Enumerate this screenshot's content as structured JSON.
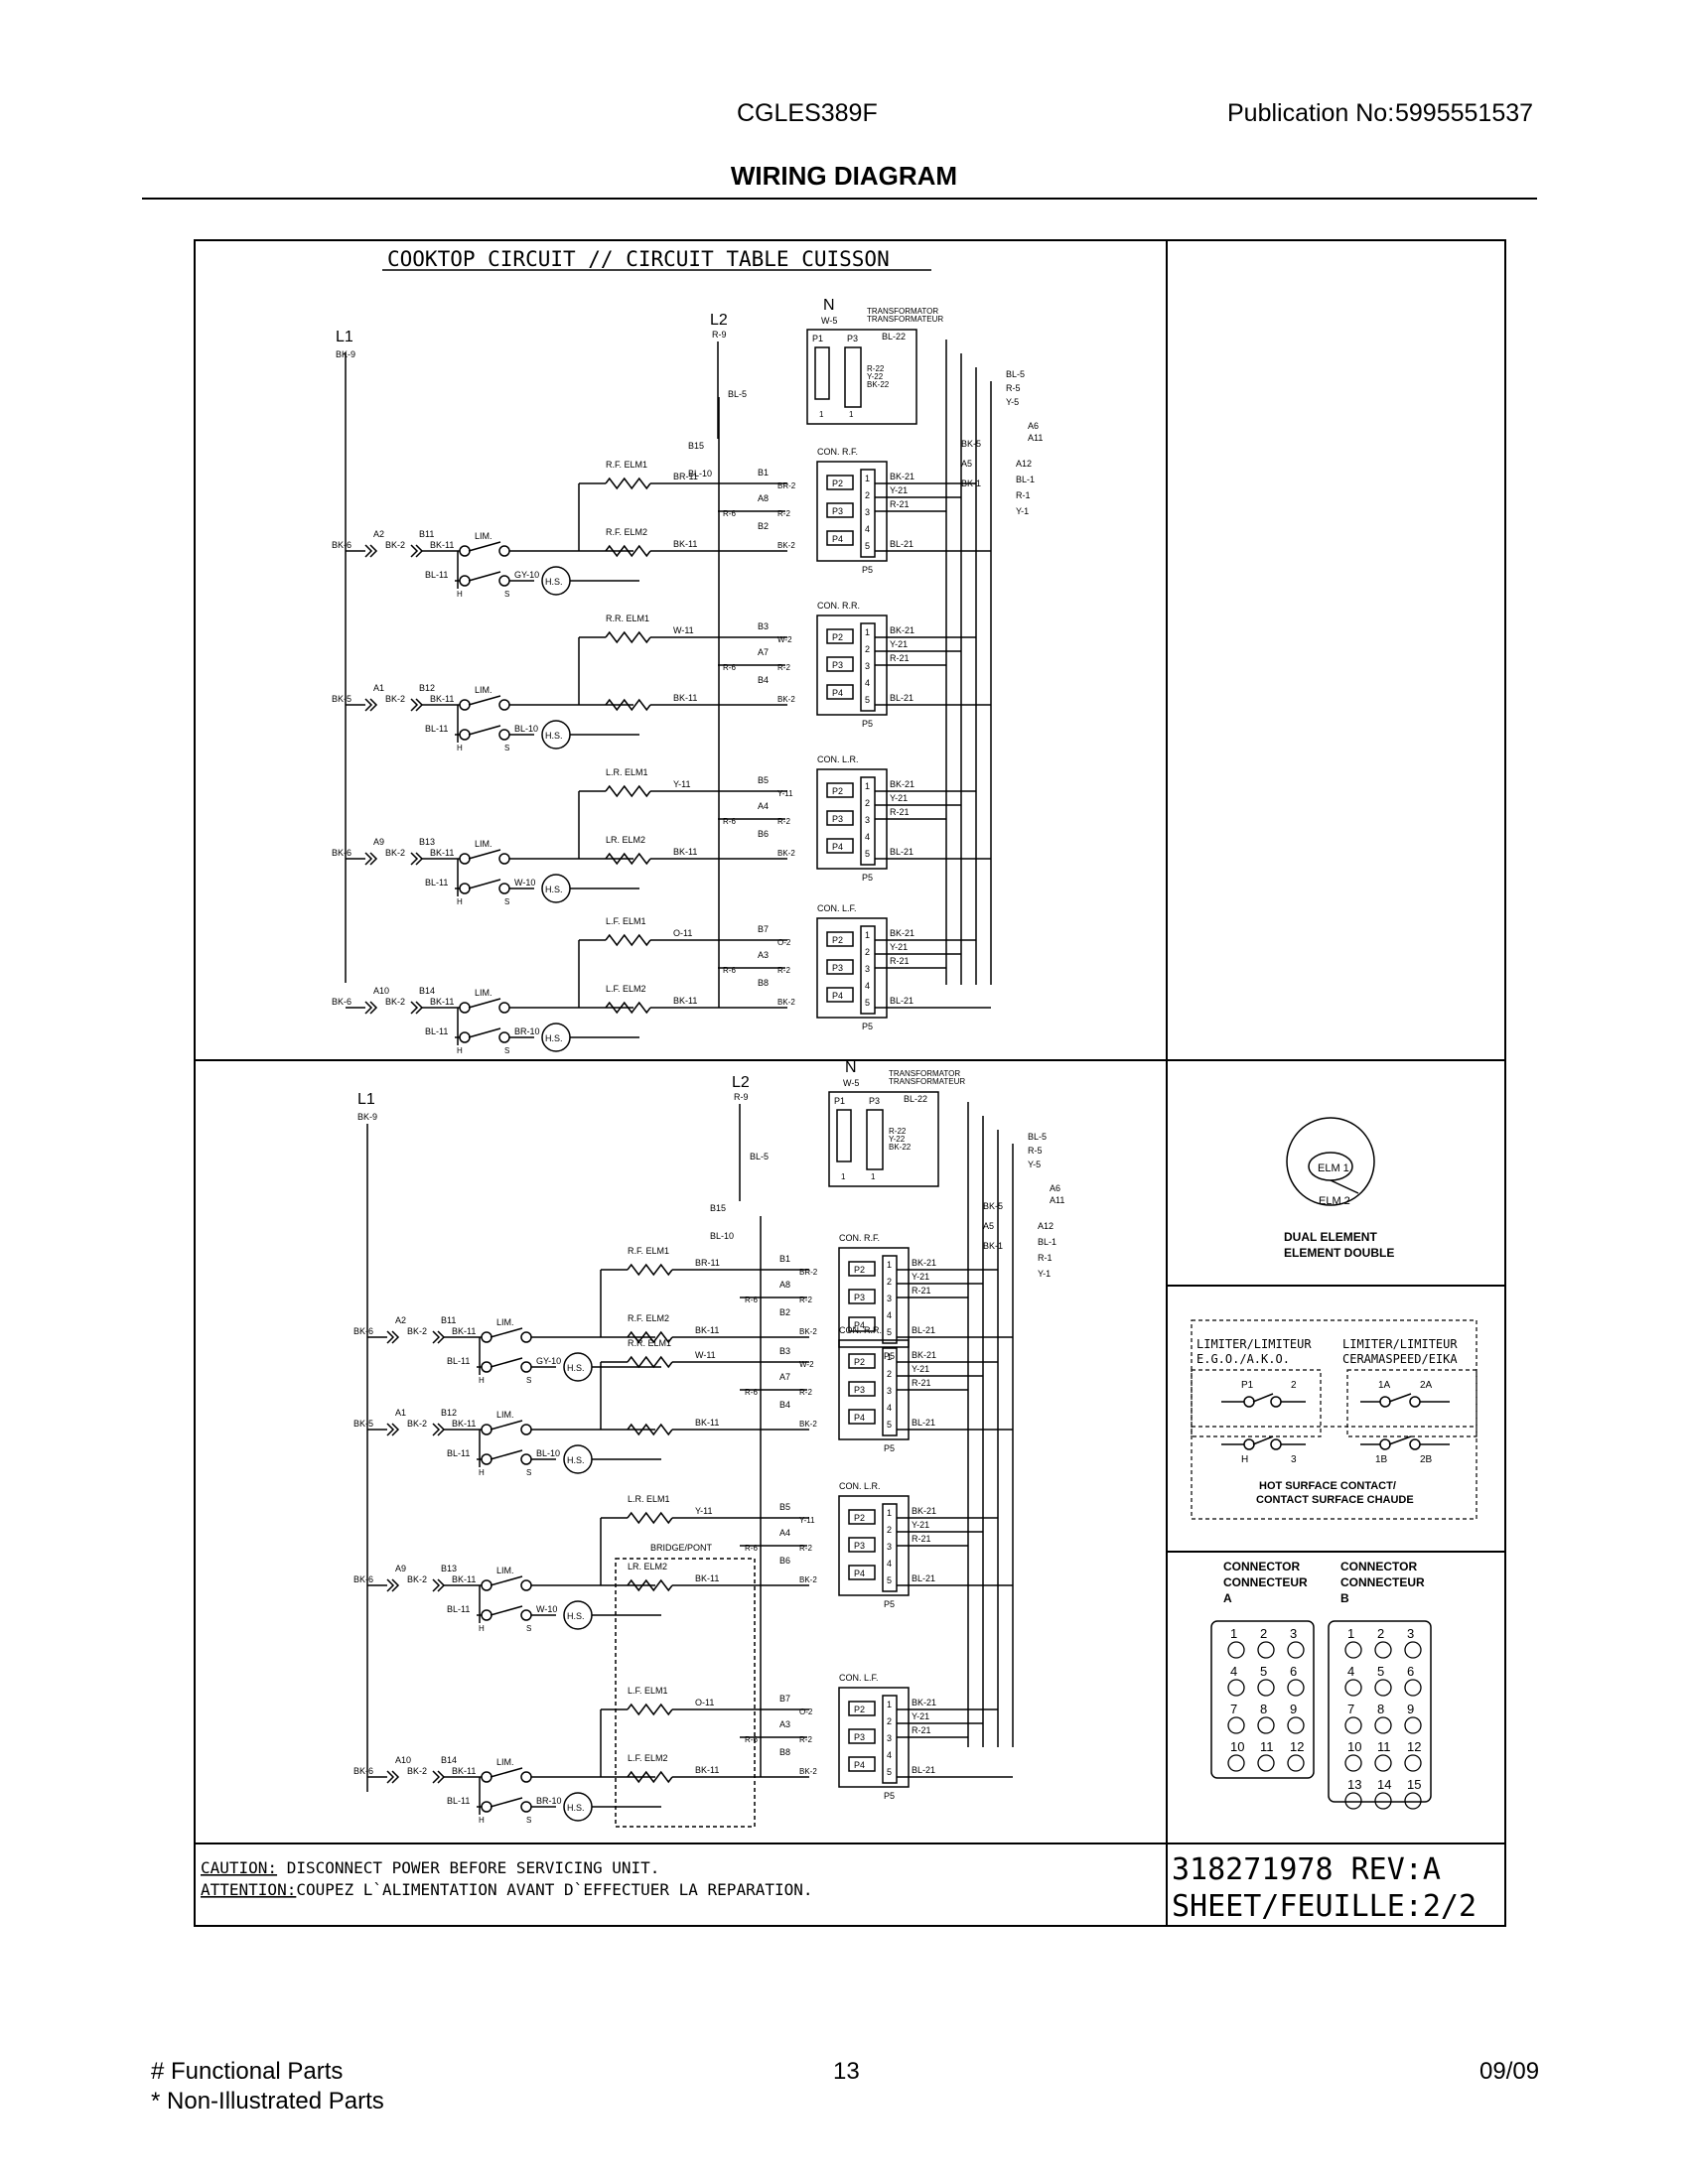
{
  "header": {
    "model": "CGLES389F",
    "publication_label": "Publication No:",
    "publication_number": "5995551537",
    "title": "WIRING DIAGRAM"
  },
  "sheet": {
    "circuit_title": "COOKTOP CIRCUIT // CIRCUIT TABLE CUISSON",
    "lines": {
      "l1": "L1",
      "l2": "L2",
      "n": "N",
      "bk9": "BK-9",
      "r9": "R-9",
      "w5": "W-5",
      "bl5": "BL-5",
      "b15": "B15",
      "bl10": "BL-10"
    },
    "transformer": {
      "label_en": "TRANSFORMATOR",
      "label_fr": "TRANSFORMATEUR",
      "p1": "P1",
      "p3": "P3",
      "bl22": "BL-22",
      "r22": "R-22",
      "y22": "Y-22",
      "bk22": "BK-22",
      "pin1": "1"
    },
    "bus": {
      "bl5": "BL-5",
      "r5": "R-5",
      "y5": "Y-5",
      "bk5": "BK-5",
      "bk1": "BK-1",
      "bl1": "BL-1",
      "r1": "R-1",
      "y1": "Y-1",
      "a5": "A5",
      "a6": "A6",
      "a11": "A11",
      "a12": "A12"
    },
    "zones": [
      {
        "con": "CON. R.F.",
        "elm1": "R.F. ELM1",
        "elm2": "R.F. ELM2",
        "elm1_wire": "BR-11",
        "elm2_wire": "BK-11",
        "hs_wire": "GY-10",
        "a": "A2",
        "b": "B11",
        "c1": "B1",
        "c2": "A8",
        "c3": "B2",
        "c1w": "BR-2",
        "c2w": "R-2",
        "c3w": "BK-2",
        "in": "BK-6"
      },
      {
        "con": "CON. R.R.",
        "elm1": "R.R. ELM1",
        "elm2": "",
        "elm1_wire": "W-11",
        "elm2_wire": "BK-11",
        "hs_wire": "BL-10",
        "a": "A1",
        "b": "B12",
        "c1": "B3",
        "c2": "A7",
        "c3": "B4",
        "c1w": "W-2",
        "c2w": "R-2",
        "c3w": "BK-2",
        "in": "BK-5"
      },
      {
        "con": "CON. L.R.",
        "elm1": "L.R. ELM1",
        "elm2": "LR. ELM2",
        "elm1_wire": "Y-11",
        "elm2_wire": "BK-11",
        "hs_wire": "W-10",
        "a": "A9",
        "b": "B13",
        "c1": "B5",
        "c2": "A4",
        "c3": "B6",
        "c1w": "Y-11",
        "c2w": "R-2",
        "c3w": "BK-2",
        "in": "BK-6"
      },
      {
        "con": "CON. L.F.",
        "elm1": "L.F. ELM1",
        "elm2": "L.F. ELM2",
        "elm1_wire": "O-11",
        "elm2_wire": "BK-11",
        "hs_wire": "BR-10",
        "a": "A10",
        "b": "B14",
        "c1": "B7",
        "c2": "A3",
        "c3": "B8",
        "c1w": "O-2",
        "c2w": "R-2",
        "c3w": "BK-2",
        "in": "BK-6"
      }
    ],
    "common": {
      "bk2": "BK-2",
      "bk11": "BK-11",
      "bl11": "BL-11",
      "lim": "LIM.",
      "hs": "H.S.",
      "h": "H",
      "s": "S",
      "r6": "R-6",
      "bk21": "BK-21",
      "y21": "Y-21",
      "r21": "R-21",
      "bl21": "BL-21",
      "p2": "P2",
      "p3": "P3",
      "p4": "P4",
      "p5": "P5",
      "pins": [
        "1",
        "2",
        "3",
        "4",
        "5"
      ],
      "bridge": "BRIDGE/PONT"
    },
    "legend": {
      "dual_en": "DUAL ELEMENT",
      "dual_fr": "ELEMENT DOUBLE",
      "elm1": "ELM 1",
      "elm2": "ELM 2",
      "lim1_a": "LIMITER/LIMITEUR",
      "lim1_b": "E.G.O./A.K.O.",
      "lim2_a": "LIMITER/LIMITEUR",
      "lim2_b": "CERAMASPEED/EIKA",
      "p1": "P1",
      "n2": "2",
      "h": "H",
      "n3": "3",
      "c1a": "1A",
      "c2a": "2A",
      "c1b": "1B",
      "c2b": "2B",
      "hs_en": "HOT SURFACE CONTACT/",
      "hs_fr": "CONTACT SURFACE CHAUDE",
      "conn_a1": "CONNECTOR",
      "conn_a2": "CONNECTEUR",
      "conn_a3": "A",
      "conn_b1": "CONNECTOR",
      "conn_b2": "CONNECTEUR",
      "conn_b3": "B",
      "pins_a": [
        "1",
        "2",
        "3",
        "4",
        "5",
        "6",
        "7",
        "8",
        "9",
        "10",
        "11",
        "12"
      ],
      "pins_b": [
        "1",
        "2",
        "3",
        "4",
        "5",
        "6",
        "7",
        "8",
        "9",
        "10",
        "11",
        "12",
        "13",
        "14",
        "15"
      ]
    },
    "caution_label": "CAUTION:",
    "caution_text": " DISCONNECT POWER BEFORE SERVICING UNIT.",
    "attention_label": "ATTENTION:",
    "attention_text": "COUPEZ L`ALIMENTATION AVANT D`EFFECTUER LA REPARATION.",
    "part_rev": "318271978 REV:A",
    "sheet_no": "SHEET/FEUILLE:2/2"
  },
  "footer": {
    "functional": "# Functional Parts",
    "non_illustrated": "* Non-Illustrated Parts",
    "page": "13",
    "date": "09/09"
  }
}
